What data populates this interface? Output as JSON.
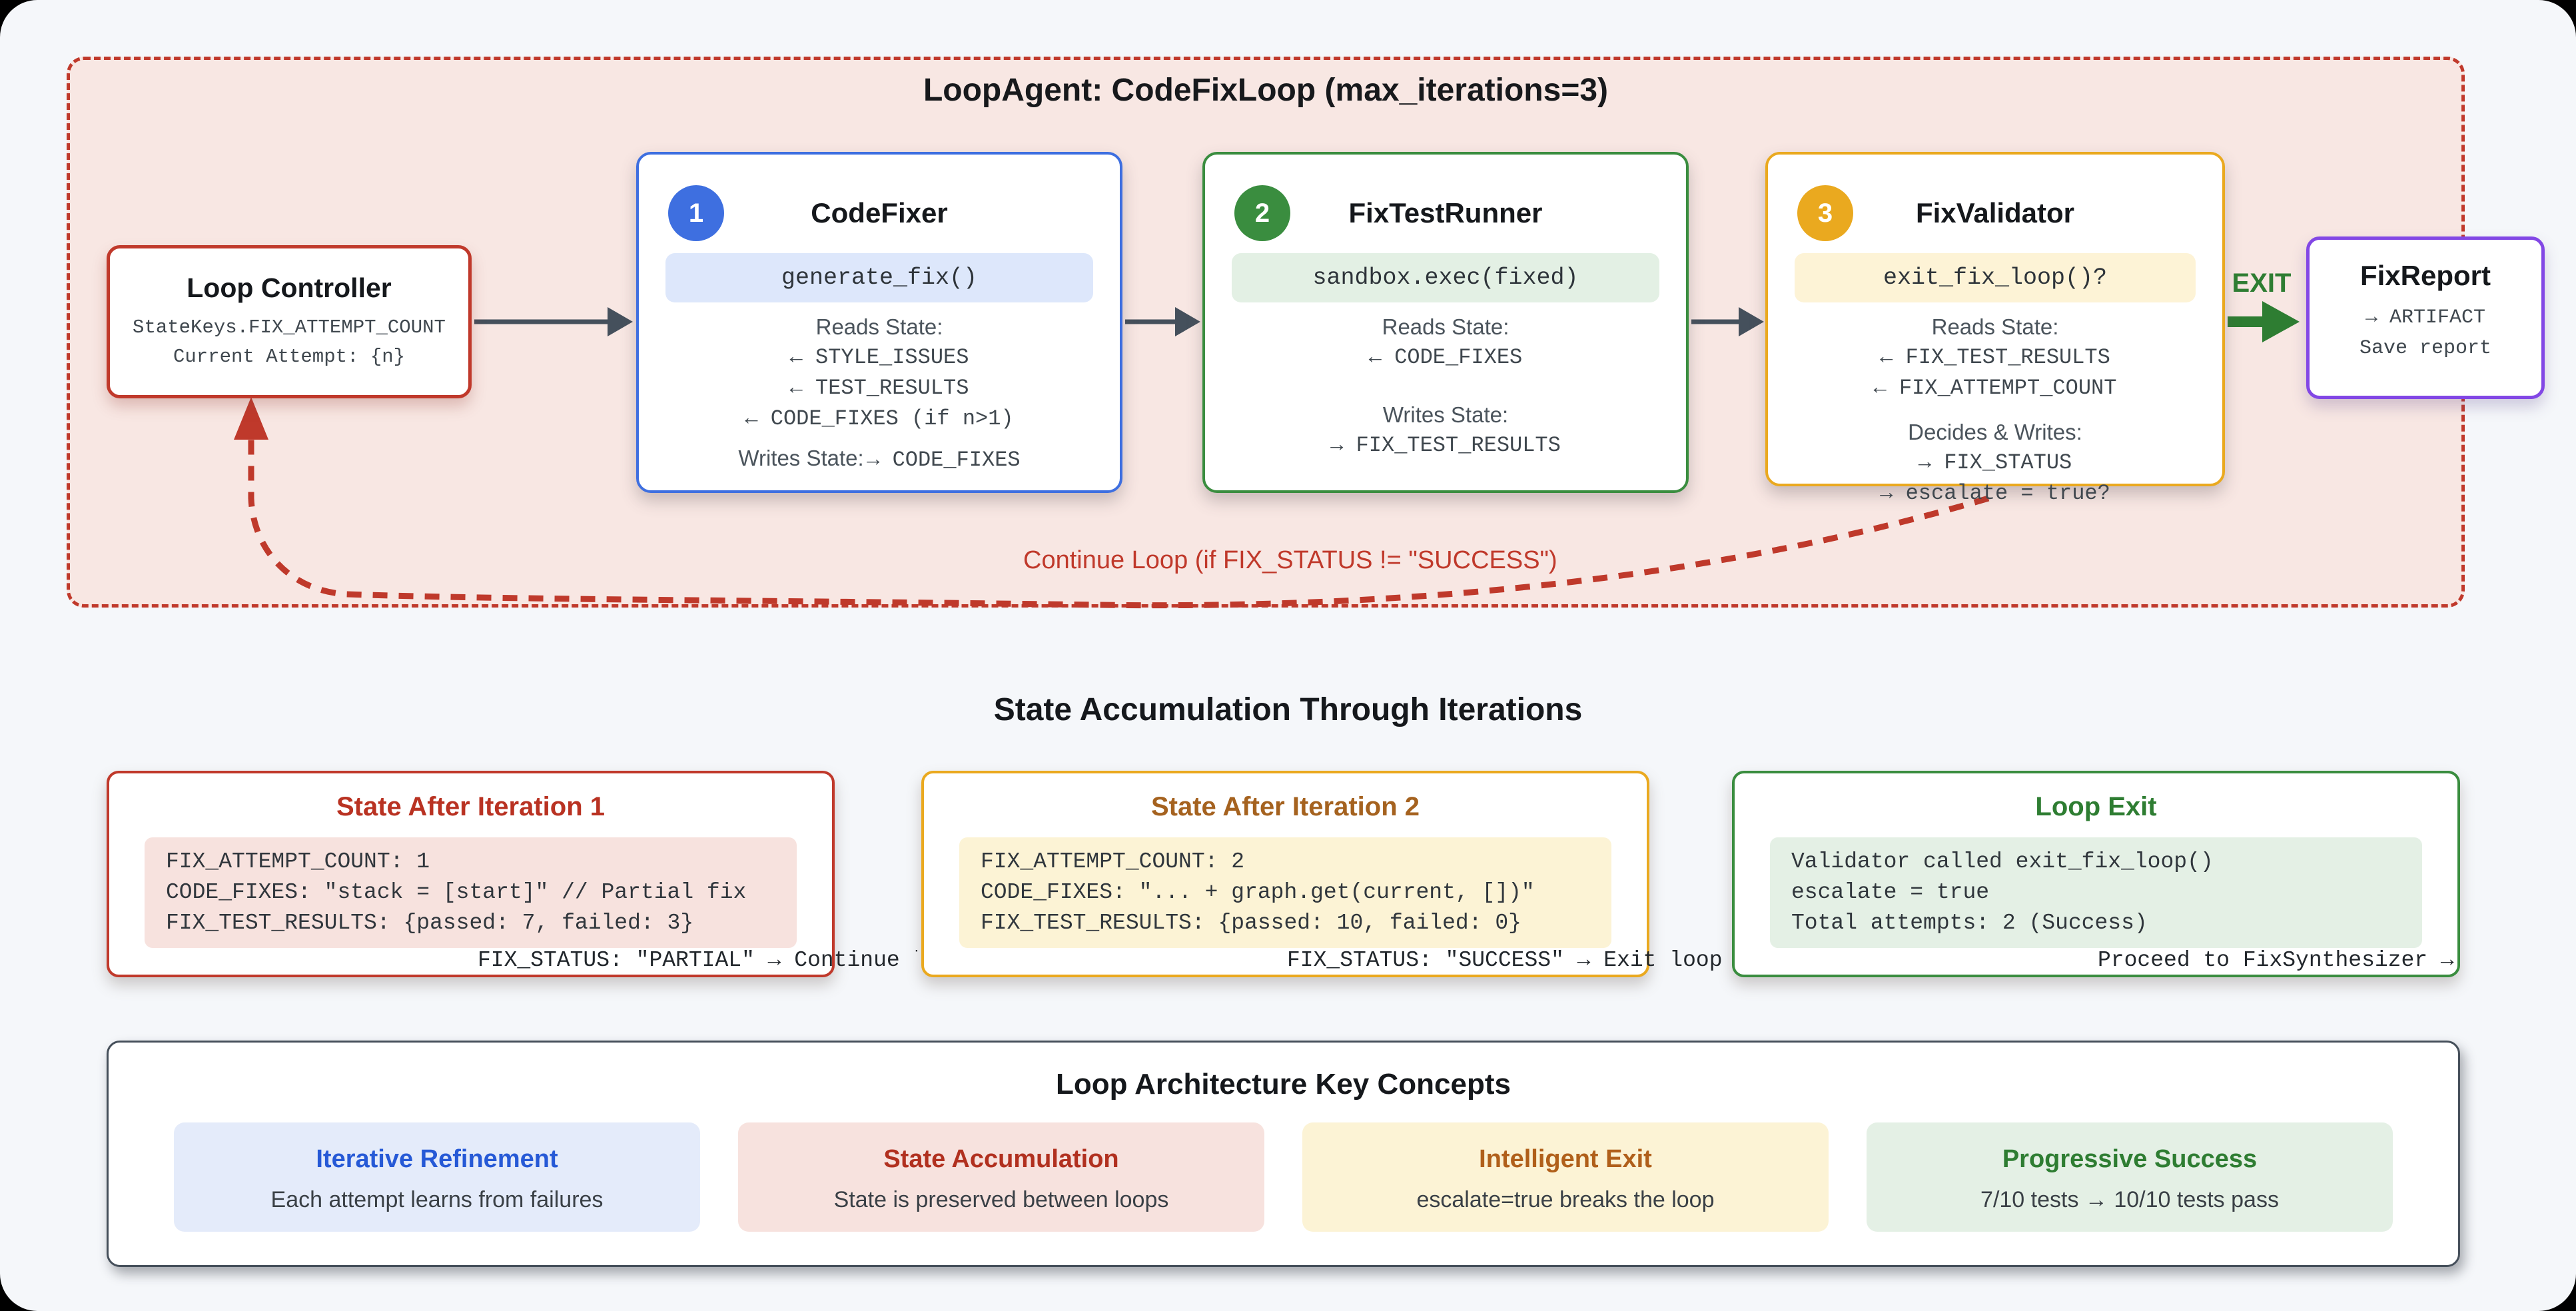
{
  "colors": {
    "red": "#c0392b",
    "blue": "#3e6fe0",
    "green": "#3a8d3f",
    "amber": "#eaa91f",
    "purple": "#8247e5",
    "exit_green": "#2e7d32"
  },
  "loop": {
    "title": "LoopAgent: CodeFixLoop (max_iterations=3)",
    "controller": {
      "title": "Loop Controller",
      "line1": "StateKeys.FIX_ATTEMPT_COUNT",
      "line2": "Current Attempt: {n}"
    },
    "agents": [
      {
        "badge": "1",
        "title": "CodeFixer",
        "chip": "generate_fix()",
        "reads_label": "Reads State:",
        "reads": [
          "← STYLE_ISSUES",
          "← TEST_RESULTS",
          "← CODE_FIXES (if n>1)"
        ],
        "writes_label": "Writes State:",
        "writes_inline": "→ CODE_FIXES"
      },
      {
        "badge": "2",
        "title": "FixTestRunner",
        "chip": "sandbox.exec(fixed)",
        "reads_label": "Reads State:",
        "reads": [
          "← CODE_FIXES"
        ],
        "writes_label": "Writes State:",
        "writes": [
          "→ FIX_TEST_RESULTS"
        ]
      },
      {
        "badge": "3",
        "title": "FixValidator",
        "chip": "exit_fix_loop()?",
        "reads_label": "Reads State:",
        "reads": [
          "← FIX_TEST_RESULTS",
          "← FIX_ATTEMPT_COUNT"
        ],
        "writes_label": "Decides & Writes:",
        "writes": [
          "→ FIX_STATUS",
          "→ escalate = true?"
        ]
      }
    ],
    "exit_label": "EXIT",
    "continue_label": "Continue Loop (if FIX_STATUS != \"SUCCESS\")",
    "report": {
      "title": "FixReport",
      "line1": "→ ARTIFACT",
      "line2": "Save report"
    }
  },
  "state": {
    "heading": "State Accumulation Through Iterations",
    "cards": [
      {
        "title": "State After Iteration 1",
        "code": [
          "FIX_ATTEMPT_COUNT: 1",
          "CODE_FIXES: \"stack = [start]\" // Partial fix",
          "FIX_TEST_RESULTS: {passed: 7, failed: 3}"
        ],
        "status": "FIX_STATUS: \"PARTIAL\" → Continue loop"
      },
      {
        "title": "State After Iteration 2",
        "code": [
          "FIX_ATTEMPT_COUNT: 2",
          "CODE_FIXES: \"... + graph.get(current, [])\"",
          "FIX_TEST_RESULTS: {passed: 10, failed: 0}"
        ],
        "status": "FIX_STATUS: \"SUCCESS\" → Exit loop"
      },
      {
        "title": "Loop Exit",
        "code": [
          "Validator called exit_fix_loop()",
          "escalate = true",
          "Total attempts: 2 (Success)"
        ],
        "status": "Proceed to FixSynthesizer →"
      }
    ]
  },
  "concepts": {
    "title": "Loop Architecture Key Concepts",
    "items": [
      {
        "title": "Iterative Refinement",
        "desc": "Each attempt learns from failures"
      },
      {
        "title": "State Accumulation",
        "desc": "State is preserved between loops"
      },
      {
        "title": "Intelligent Exit",
        "desc": "escalate=true breaks the loop"
      },
      {
        "title": "Progressive Success",
        "desc": "7/10 tests → 10/10 tests pass"
      }
    ]
  }
}
